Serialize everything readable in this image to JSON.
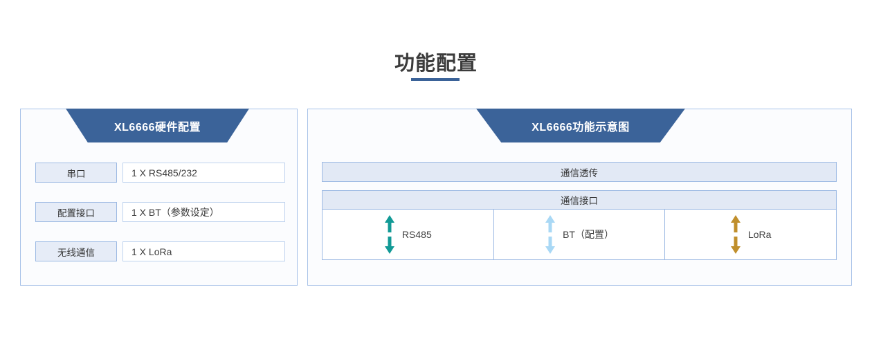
{
  "page": {
    "title": "功能配置",
    "accent_color": "#3a6298",
    "banner_color": "#3b6399",
    "panel_border_color": "#a8c2e8",
    "label_fill_color": "#e6ecf7"
  },
  "left_panel": {
    "banner_title": "XL6666硬件配置",
    "rows": [
      {
        "label": "串口",
        "value": "1 X RS485/232"
      },
      {
        "label": "配置接口",
        "value": "1 X BT（参数设定）"
      },
      {
        "label": "无线通信",
        "value": "1 X LoRa"
      }
    ]
  },
  "right_panel": {
    "banner_title": "XL6666功能示意图",
    "top_bar": "通信透传",
    "interface_header": "通信接口",
    "interfaces": [
      {
        "label": "RS485",
        "arrow_color": "#129a96",
        "arrow_icon": "bidirectional-arrow-icon"
      },
      {
        "label": "BT（配置）",
        "arrow_color": "#a9d8f5",
        "arrow_icon": "bidirectional-arrow-icon"
      },
      {
        "label": "LoRa",
        "arrow_color": "#c08f2c",
        "arrow_icon": "bidirectional-arrow-icon"
      }
    ]
  }
}
